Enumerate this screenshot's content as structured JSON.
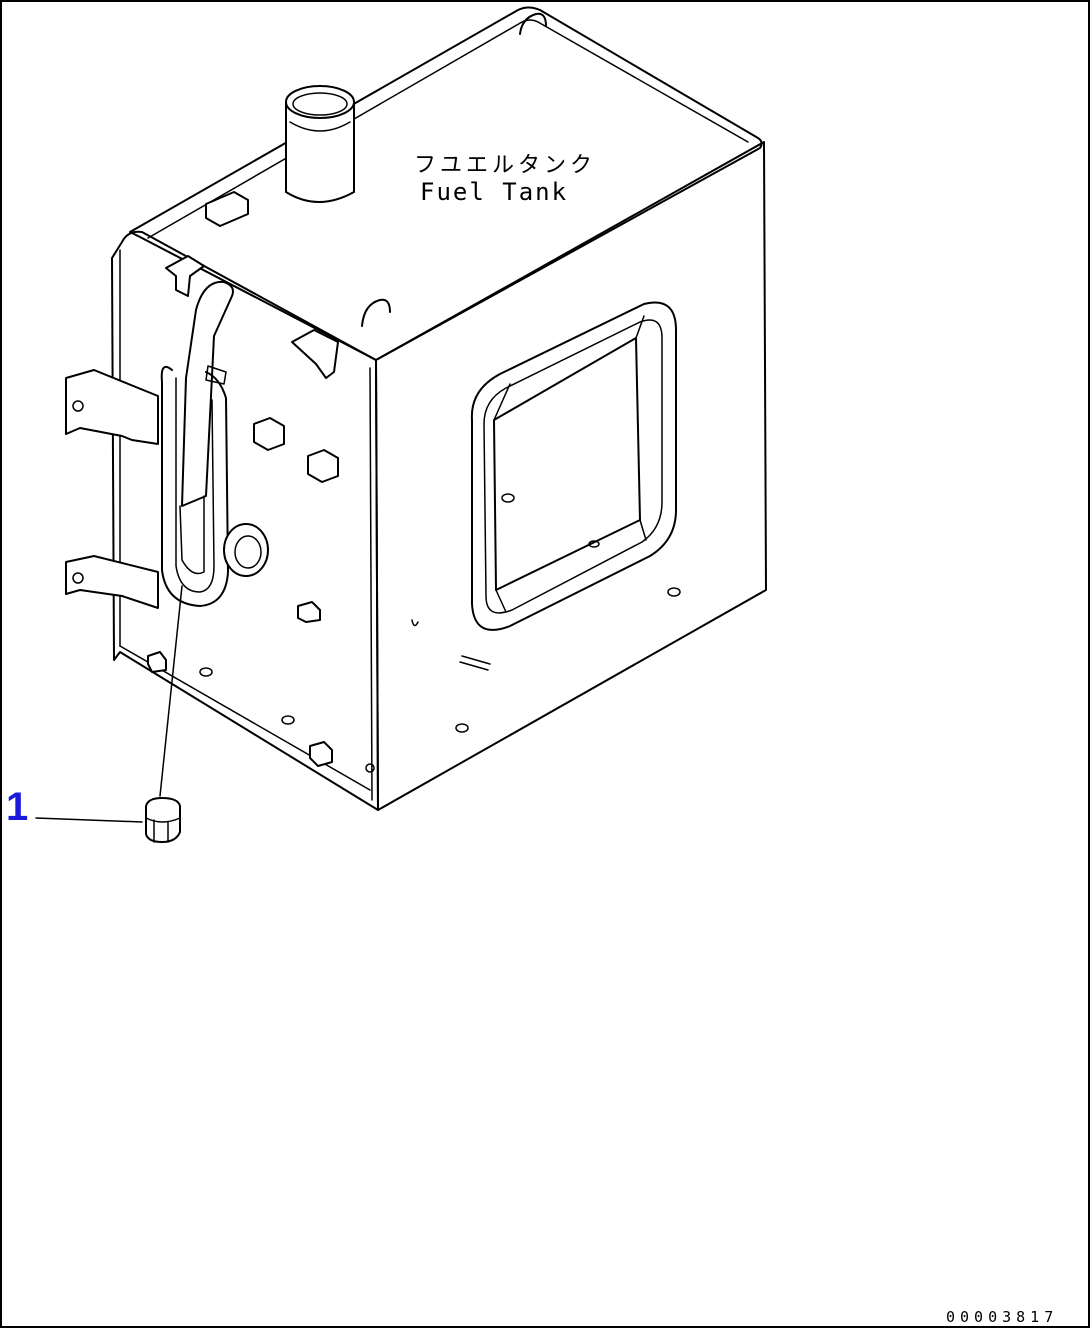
{
  "diagram": {
    "title_jp": "フユエルタンク",
    "title_en": "Fuel Tank",
    "callouts": [
      {
        "number": "1"
      }
    ],
    "document_number": "00003817",
    "colors": {
      "line": "#000000",
      "callout": "#1a1adc",
      "border": "#000000"
    }
  }
}
